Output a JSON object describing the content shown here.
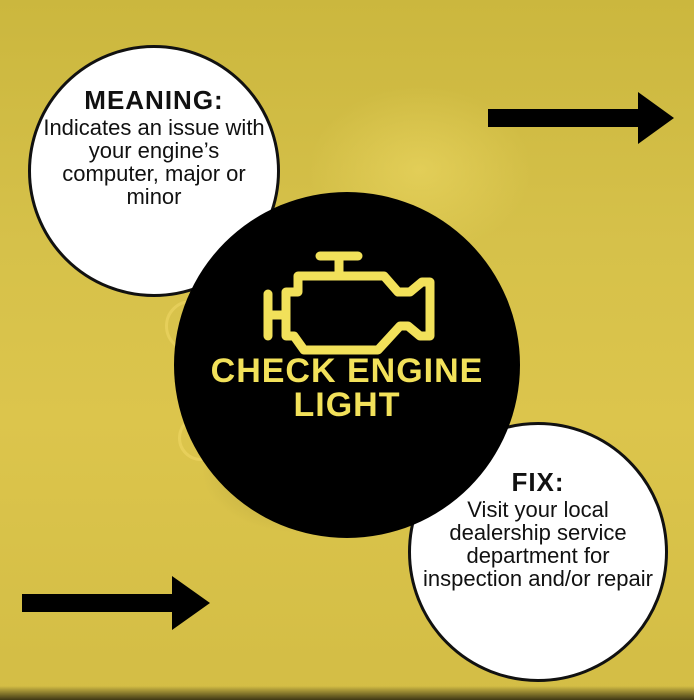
{
  "meaning": {
    "heading": "MEANING:",
    "body": "Indicates an issue with your engine’s computer, major or minor"
  },
  "center": {
    "icon": "check-engine-icon",
    "title_line1": "CHECK ENGINE",
    "title_line2": "LIGHT",
    "title_color": "#f2e15a"
  },
  "fix": {
    "heading": "FIX:",
    "body": "Visit your local dealership service department for inspection and/or repair"
  },
  "colors": {
    "background": "#d9c447",
    "center_circle": "#000000",
    "info_circle": "#ffffff",
    "arrow": "#000000"
  }
}
